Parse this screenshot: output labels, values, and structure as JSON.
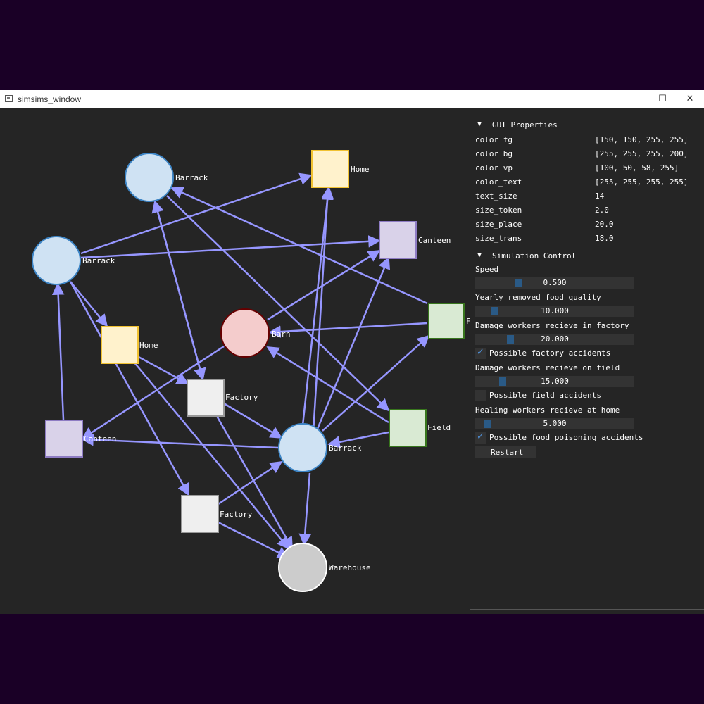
{
  "window": {
    "title": "simsims_window",
    "controls": {
      "minimize": "—",
      "maximize": "☐",
      "close": "✕"
    }
  },
  "graph": {
    "colors": {
      "edge": "#9696ff",
      "barrack": "#cfe2f3",
      "barrack_stroke": "#3d85c6",
      "home": "#fff2cc",
      "home_stroke": "#f1c232",
      "canteen": "#d9d2e9",
      "canteen_stroke": "#8e7cc3",
      "field": "#d9ead3",
      "field_stroke": "#38761d",
      "factory": "#efefef",
      "factory_stroke": "#999999",
      "barn": "#f4cccc",
      "barn_stroke": "#660000",
      "warehouse": "#cccccc",
      "warehouse_stroke": "#ffffff"
    },
    "nodes": [
      {
        "id": "barrack1",
        "label": "Barrack",
        "kind": "barrack"
      },
      {
        "id": "home1",
        "label": "Home",
        "kind": "home"
      },
      {
        "id": "barrack2",
        "label": "Barrack",
        "kind": "barrack"
      },
      {
        "id": "canteen1",
        "label": "Canteen",
        "kind": "canteen"
      },
      {
        "id": "field1",
        "label": "F",
        "kind": "field"
      },
      {
        "id": "barn",
        "label": "Barn",
        "kind": "barn"
      },
      {
        "id": "home2",
        "label": "Home",
        "kind": "home"
      },
      {
        "id": "factory1",
        "label": "Factory",
        "kind": "factory"
      },
      {
        "id": "field2",
        "label": "Field",
        "kind": "field"
      },
      {
        "id": "canteen2",
        "label": "Canteen",
        "kind": "canteen"
      },
      {
        "id": "barrack3",
        "label": "Barrack",
        "kind": "barrack"
      },
      {
        "id": "factory2",
        "label": "Factory",
        "kind": "factory"
      },
      {
        "id": "warehouse",
        "label": "Warehouse",
        "kind": "warehouse"
      }
    ]
  },
  "panel": {
    "gui_properties": {
      "header": "GUI Properties",
      "rows": [
        {
          "key": "color_fg",
          "value": "[150, 150, 255, 255]"
        },
        {
          "key": "color_bg",
          "value": "[255, 255, 255, 200]"
        },
        {
          "key": "color_vp",
          "value": "[100, 50, 58, 255]"
        },
        {
          "key": "color_text",
          "value": "[255, 255, 255, 255]"
        },
        {
          "key": "text_size",
          "value": "14"
        },
        {
          "key": "size_token",
          "value": "2.0"
        },
        {
          "key": "size_place",
          "value": "20.0"
        },
        {
          "key": "size_trans",
          "value": "18.0"
        }
      ]
    },
    "simulation_control": {
      "header": "Simulation Control",
      "speed_label": "Speed",
      "speed_value": "0.500",
      "food_quality_label": "Yearly removed food quality",
      "food_quality_value": "10.000",
      "factory_damage_label": "Damage workers recieve in factory",
      "factory_damage_value": "20.000",
      "factory_accidents_label": "Possible factory accidents",
      "factory_accidents_checked": true,
      "field_damage_label": "Damage workers recieve on field",
      "field_damage_value": "15.000",
      "field_accidents_label": "Possible field accidents",
      "field_accidents_checked": false,
      "healing_label": "Healing workers recieve at home",
      "healing_value": "5.000",
      "food_poisoning_label": "Possible food poisoning accidents",
      "food_poisoning_checked": true,
      "restart_label": "Restart"
    }
  }
}
